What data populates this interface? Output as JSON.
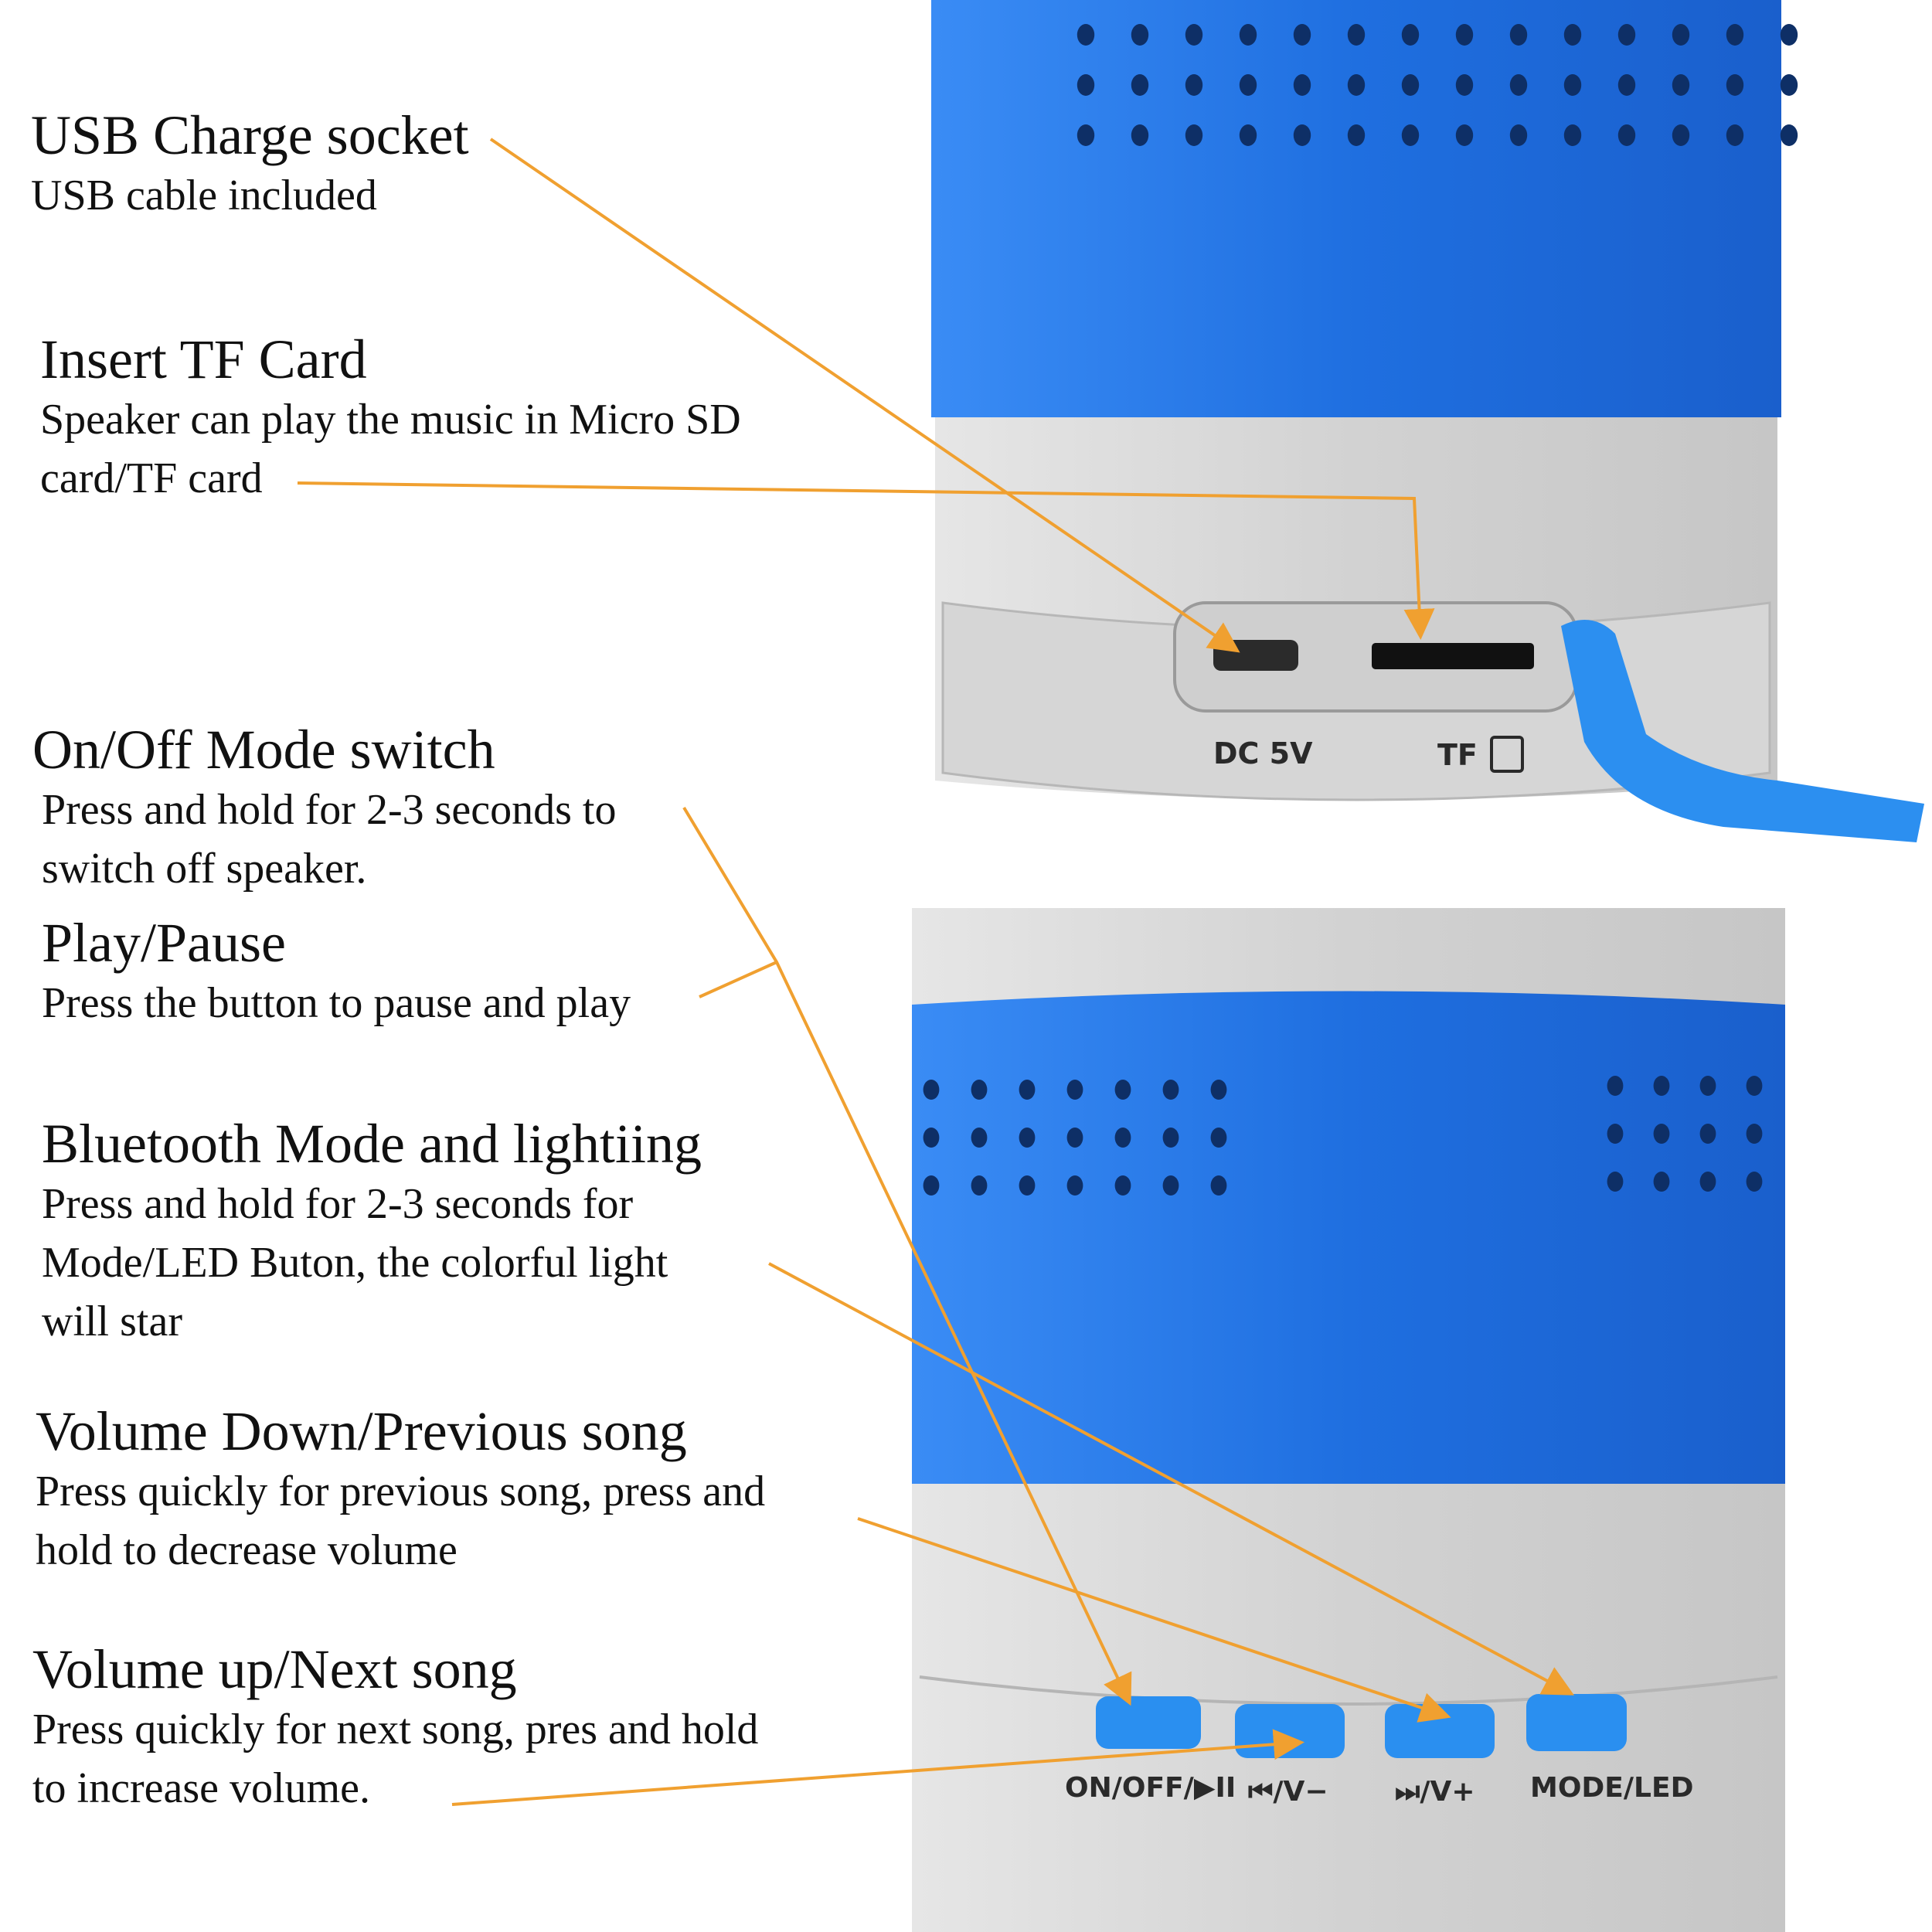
{
  "annotations": [
    {
      "title": "USB Charge socket",
      "lines": [
        "USB cable included"
      ]
    },
    {
      "title": "Insert TF Card",
      "lines": [
        "Speaker can play the music in Micro SD",
        "card/TF card"
      ]
    },
    {
      "title": "On/Off Mode switch",
      "lines": [
        "Press and hold for 2-3 seconds to",
        "switch off speaker."
      ]
    },
    {
      "title": "Play/Pause",
      "lines": [
        "Press the button to pause and play"
      ]
    },
    {
      "title": "Bluetooth Mode and lightiing",
      "lines": [
        "Press and hold for 2-3 seconds for",
        "Mode/LED Buton, the colorful light",
        "will star"
      ]
    },
    {
      "title": "Volume Down/Previous song",
      "lines": [
        "Press quickly for previous song, press and",
        "hold to decrease volume"
      ]
    },
    {
      "title": "Volume up/Next song",
      "lines": [
        "Press quickly for next song, pres and hold",
        "to increase volume."
      ]
    }
  ],
  "device": {
    "port_labels": {
      "dc": "DC 5V",
      "tf": "TF"
    },
    "button_labels": [
      "ON/OFF/▶II",
      "⏮/V−",
      "⏭/V+",
      "MODE/LED"
    ]
  },
  "colors": {
    "accent_blue": "#1f6fe0",
    "button_blue": "#2a8ff0",
    "body_grey": "#d9d9d9",
    "arrow_orange": "#f0a030"
  }
}
